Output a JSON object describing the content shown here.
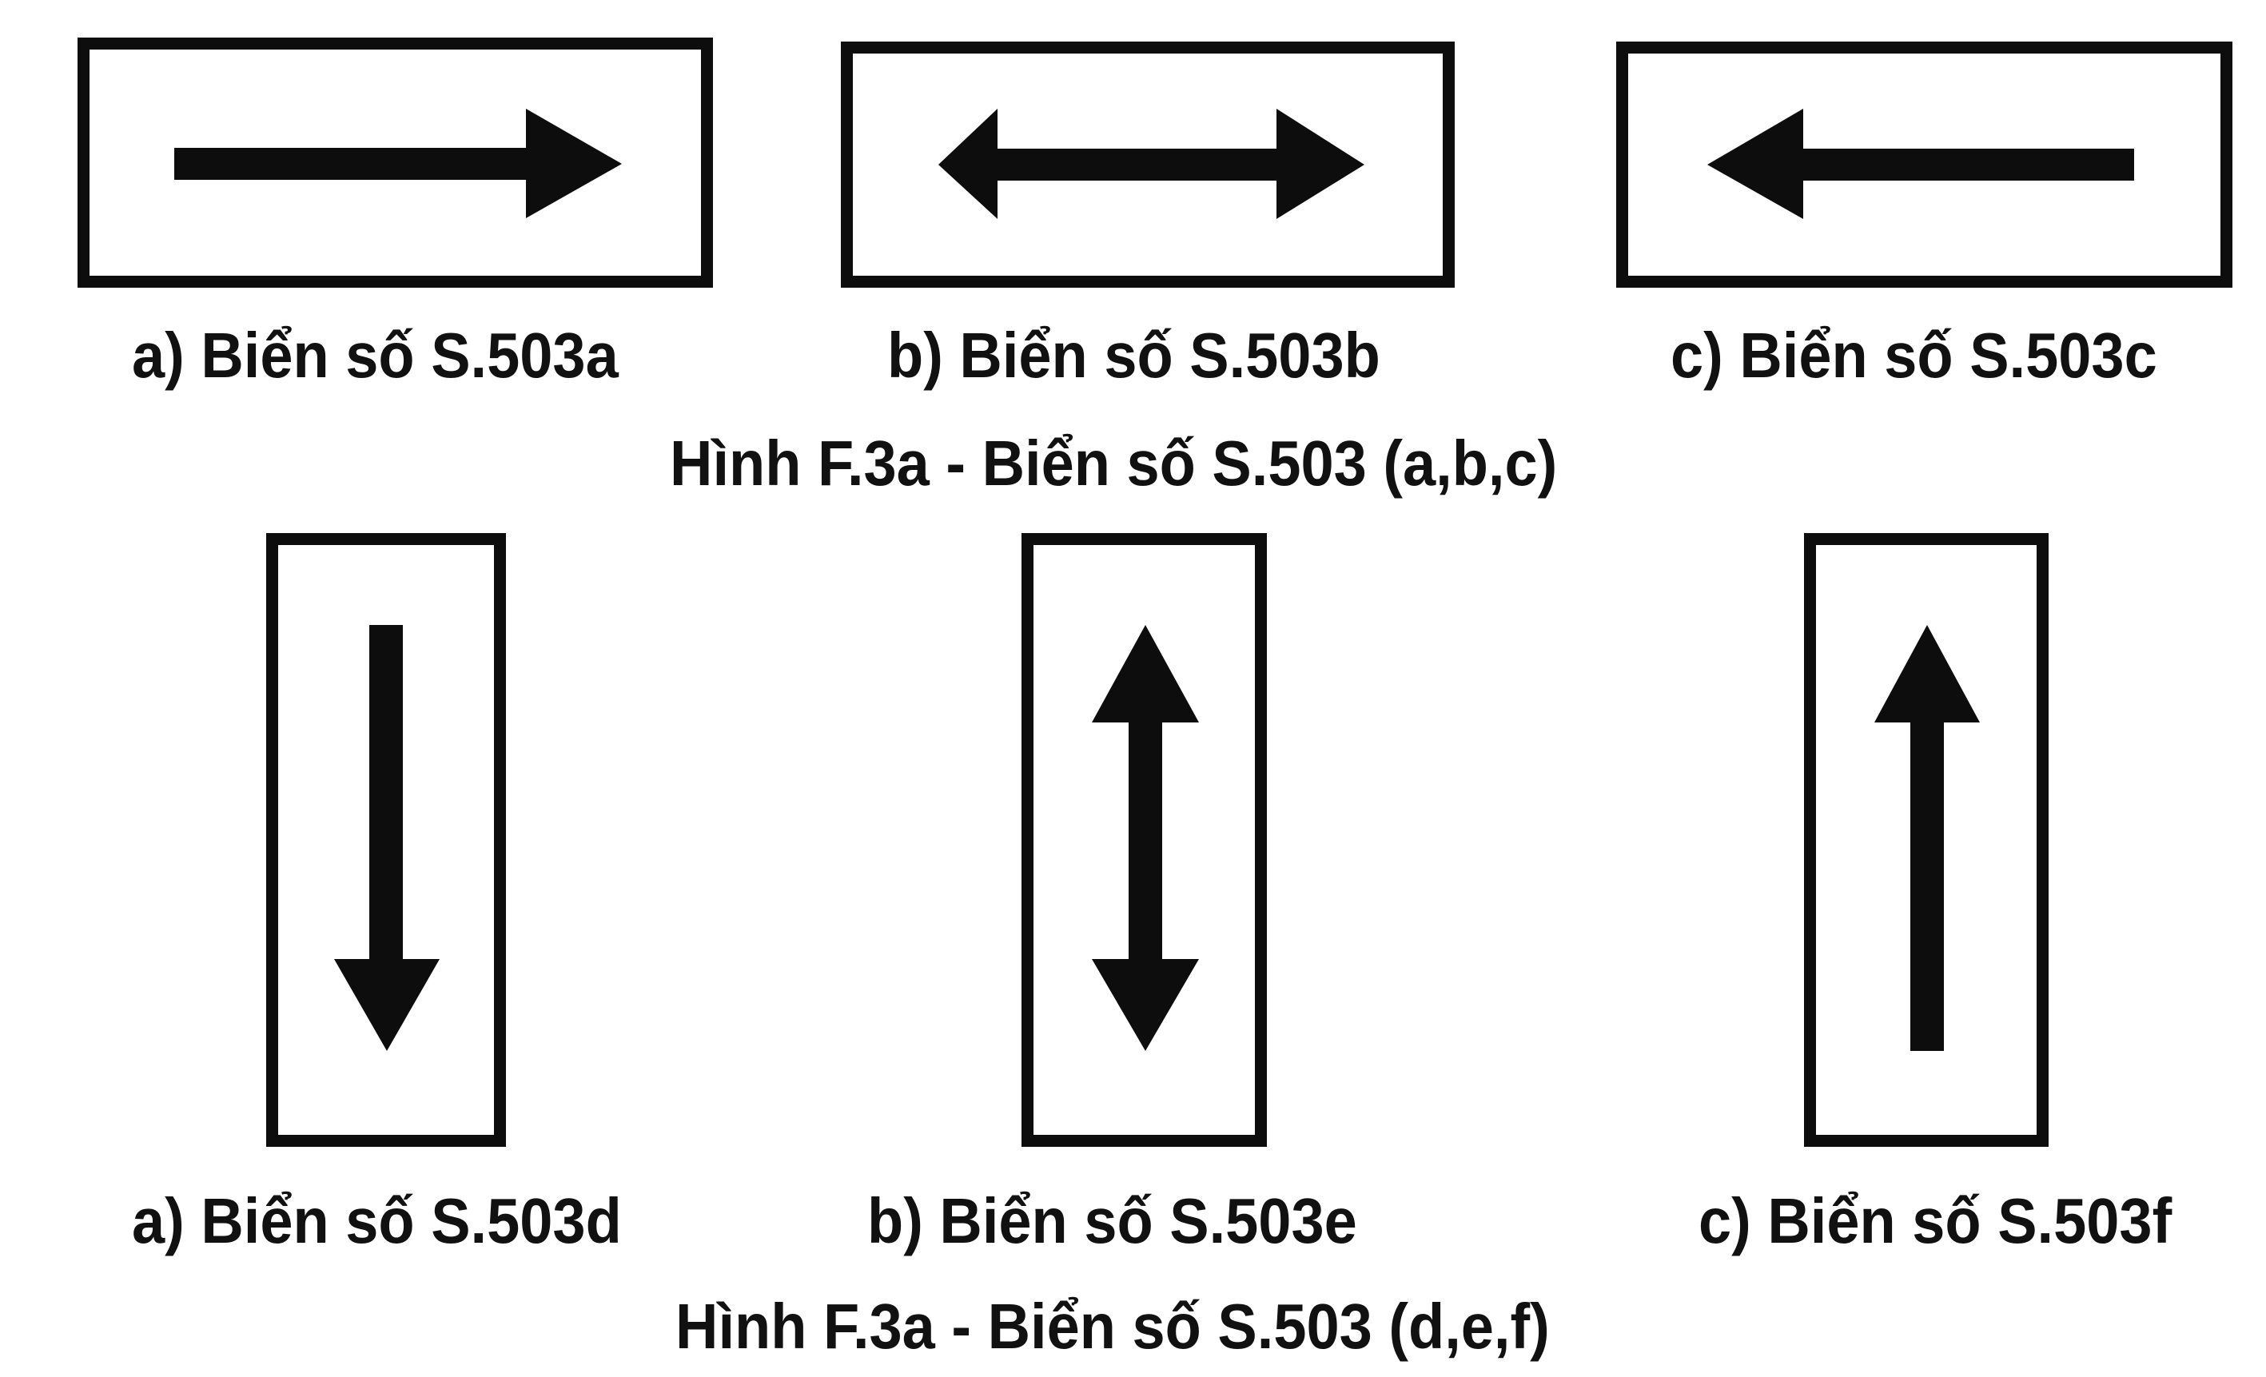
{
  "figure": {
    "row1": {
      "signs": [
        {
          "id": "S.503a",
          "label": "a) Biển số S.503a",
          "arrow": "right"
        },
        {
          "id": "S.503b",
          "label": "b) Biển số S.503b",
          "arrow": "left-right"
        },
        {
          "id": "S.503c",
          "label": "c) Biển số S.503c",
          "arrow": "left"
        }
      ],
      "caption": "Hình F.3a - Biển số S.503 (a,b,c)"
    },
    "row2": {
      "signs": [
        {
          "id": "S.503d",
          "label": "a) Biển số S.503d",
          "arrow": "down"
        },
        {
          "id": "S.503e",
          "label": "b) Biển số S.503e",
          "arrow": "up-down"
        },
        {
          "id": "S.503f",
          "label": "c) Biển số S.503f",
          "arrow": "up"
        }
      ],
      "caption": "Hình F.3a - Biển số S.503 (d,e,f)"
    }
  },
  "colors": {
    "ink": "#0d0d0d",
    "background": "#ffffff"
  }
}
